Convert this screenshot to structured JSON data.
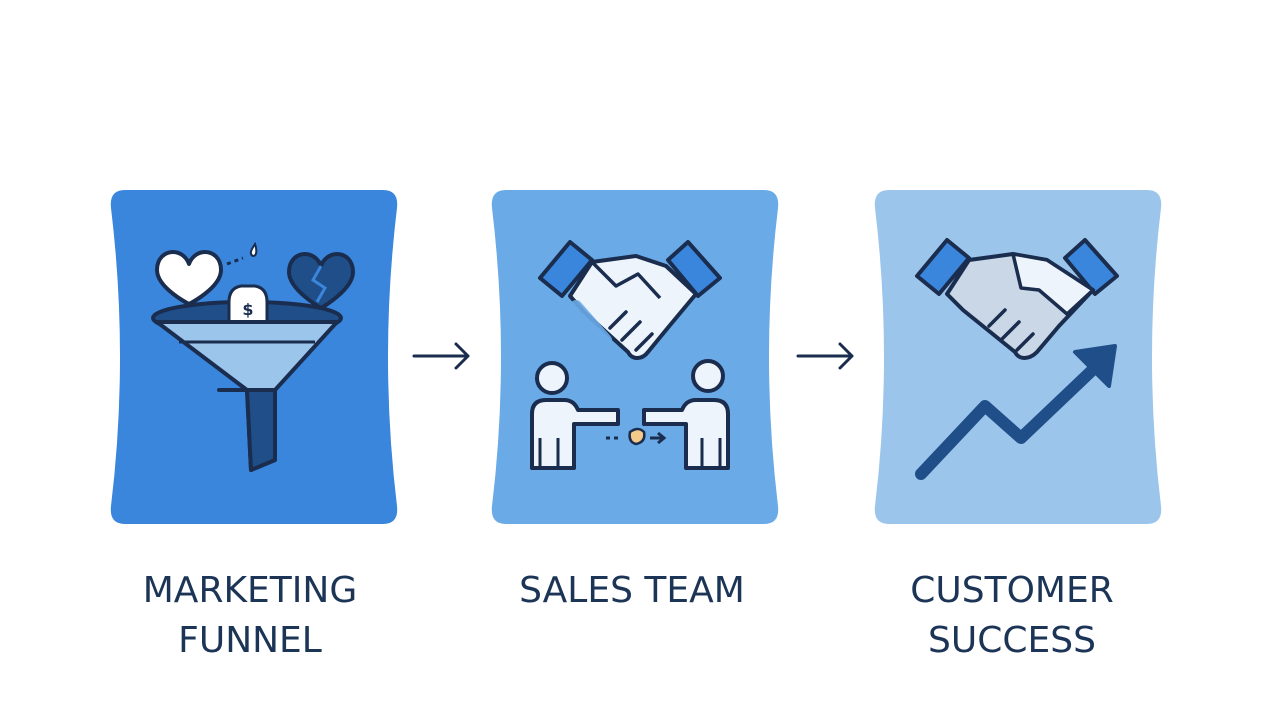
{
  "colors": {
    "card_1": "#3a86dc",
    "card_2": "#6aaae6",
    "card_3": "#9cc5ec",
    "outline": "#1a2d4e",
    "dark_blue": "#1f4e88",
    "light_fill": "#eef4fb",
    "label_text": "#1c3557"
  },
  "steps": [
    {
      "icon": "marketing-funnel-icon",
      "label_lines": [
        "MARKETING",
        "FUNNEL"
      ]
    },
    {
      "icon": "sales-handshake-icon",
      "label_lines": [
        "SALES TEAM"
      ]
    },
    {
      "icon": "customer-success-growth-icon",
      "label_lines": [
        "CUSTOMER",
        "SUCCESS"
      ]
    }
  ],
  "connectors": [
    "arrow-right-icon",
    "arrow-right-icon"
  ]
}
